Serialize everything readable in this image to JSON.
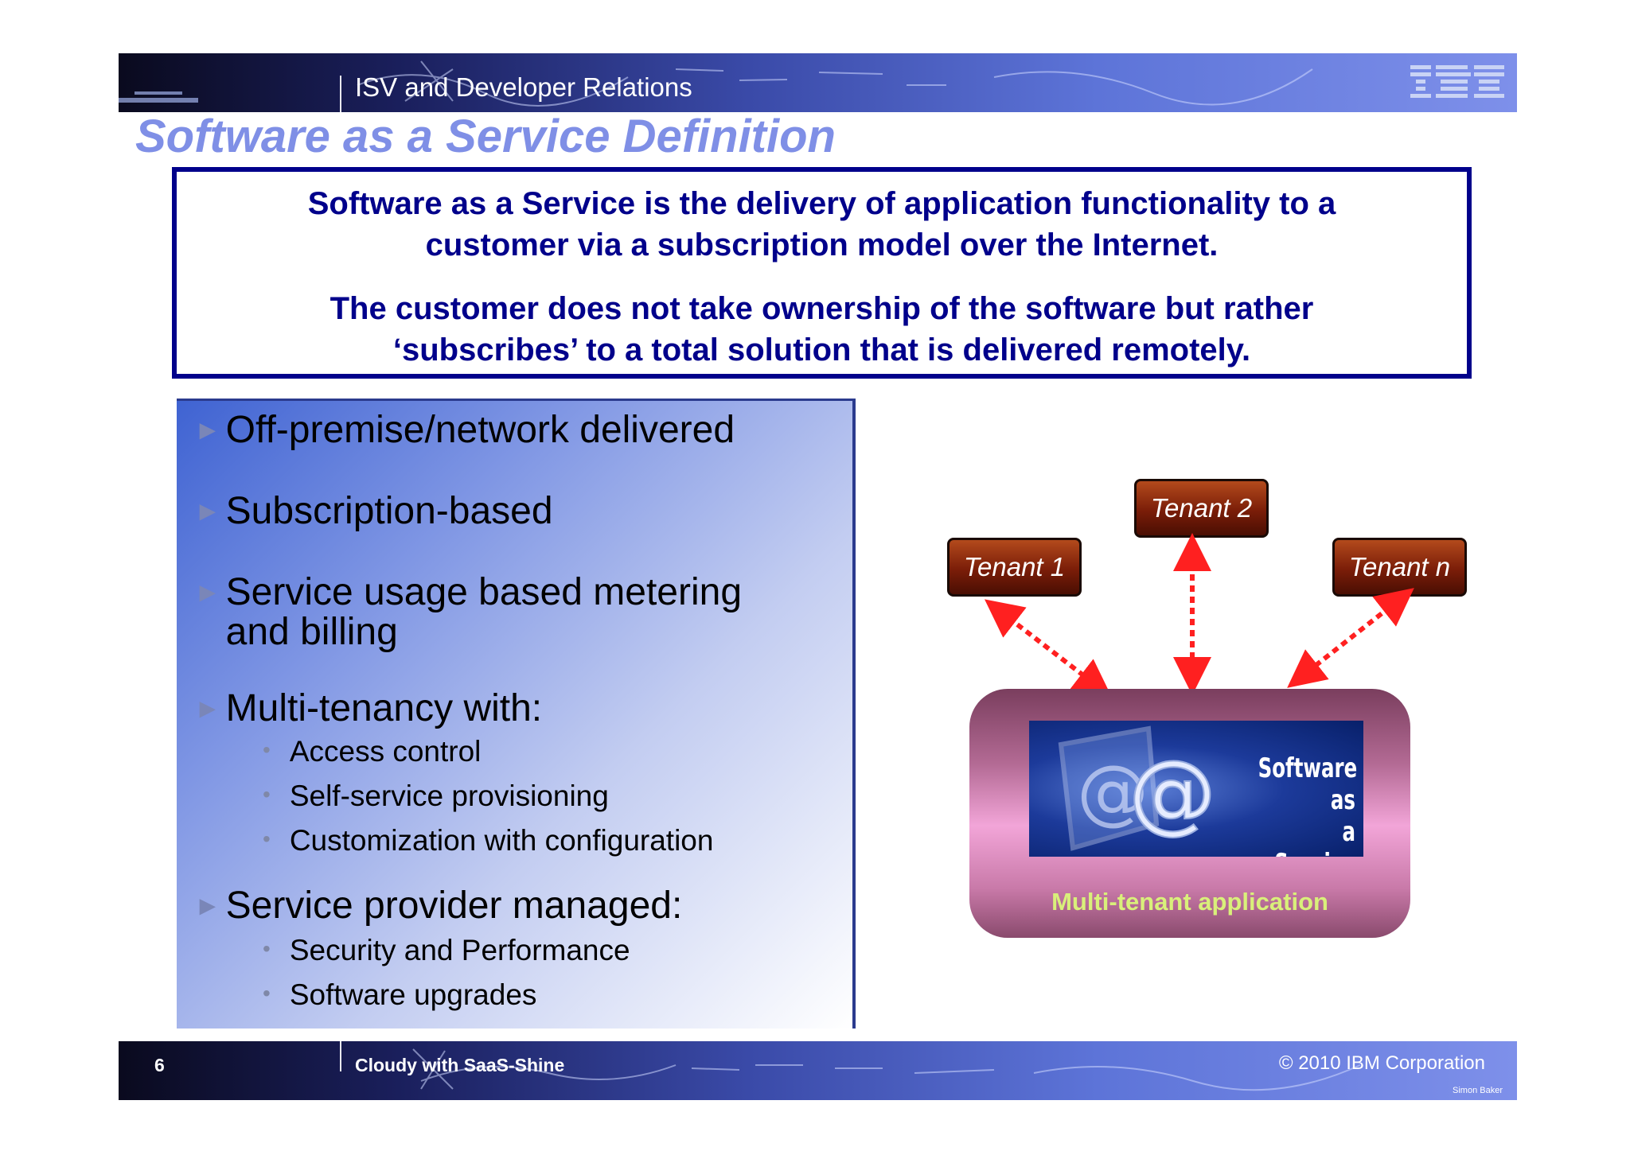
{
  "header": {
    "title": "ISV and Developer Relations",
    "logo": "IBM"
  },
  "slide": {
    "title": "Software as a Service Definition",
    "definition": [
      "Software as a Service is the delivery of application functionality to a",
      "customer via a subscription model over the Internet.",
      "The customer does not take ownership of the software but rather",
      "‘subscribes’ to a total solution that is delivered remotely."
    ]
  },
  "bullets": [
    {
      "text": "Off-premise/network delivered"
    },
    {
      "text": "Subscription-based"
    },
    {
      "text": "Service usage based metering and billing"
    },
    {
      "text": "Multi-tenancy with:",
      "subs": [
        "Access control",
        "Self-service provisioning",
        "Customization with configuration"
      ]
    },
    {
      "text": "Service provider managed:",
      "subs": [
        "Security and Performance",
        "Software upgrades"
      ]
    }
  ],
  "diagram": {
    "tenants": [
      "Tenant 1",
      "Tenant 2",
      "Tenant n"
    ],
    "image_text": [
      "Software as",
      "a Service"
    ],
    "app_label": "Multi-tenant application"
  },
  "footer": {
    "page": "6",
    "title": "Cloudy with SaaS-Shine",
    "copyright": "© 2010 IBM Corporation",
    "author": "Simon Baker"
  }
}
